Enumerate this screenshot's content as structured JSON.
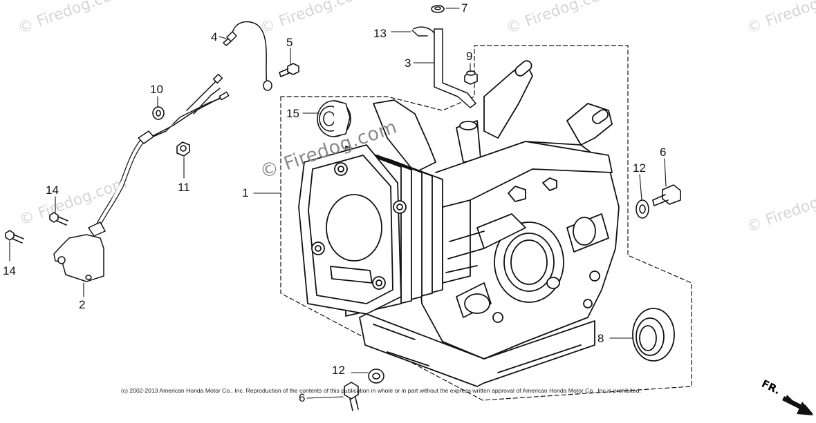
{
  "watermarks": {
    "small": "© Firedog.com",
    "large": "© Firedog.com"
  },
  "callouts": [
    {
      "id": "c1",
      "text": "1"
    },
    {
      "id": "c2",
      "text": "2"
    },
    {
      "id": "c3",
      "text": "3"
    },
    {
      "id": "c4",
      "text": "4"
    },
    {
      "id": "c5",
      "text": "5"
    },
    {
      "id": "c6a",
      "text": "6"
    },
    {
      "id": "c6b",
      "text": "6"
    },
    {
      "id": "c7",
      "text": "7"
    },
    {
      "id": "c8",
      "text": "8"
    },
    {
      "id": "c9",
      "text": "9"
    },
    {
      "id": "c10",
      "text": "10"
    },
    {
      "id": "c11",
      "text": "11"
    },
    {
      "id": "c12a",
      "text": "12"
    },
    {
      "id": "c12b",
      "text": "12"
    },
    {
      "id": "c13",
      "text": "13"
    },
    {
      "id": "c14a",
      "text": "14"
    },
    {
      "id": "c14b",
      "text": "14"
    },
    {
      "id": "c15",
      "text": "15"
    }
  ],
  "copyright": "(c) 2002-2013 American Honda Motor Co., Inc. Reproduction of the contents of this publication in whole or in part without the express written approval of American Honda Motor Co., Inc is prohibited.",
  "direction_marker": "FR.",
  "colors": {
    "line": "#111111",
    "watermark": "#d6d6d6",
    "fill": "#ffffff"
  }
}
